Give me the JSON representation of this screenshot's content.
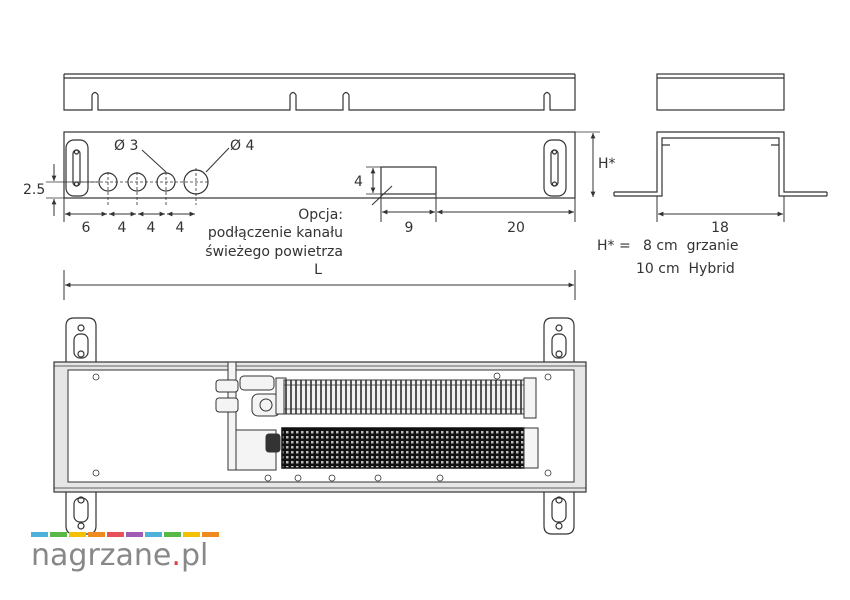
{
  "top_view": {
    "holes": {
      "small": "Ø 3",
      "large": "Ø 4"
    },
    "dims": {
      "height_offset": "2.5",
      "fresh_air_height": "4",
      "edge": "6",
      "spacing_1": "4",
      "spacing_2": "4",
      "spacing_3": "4",
      "duct_width": "9",
      "duct_offset": "20"
    },
    "option_label": "Opcja:",
    "option_text_1": "podłączenie kanału",
    "option_text_2": "świeżego powietrza"
  },
  "side_view": {
    "height_label": "H*",
    "width": "18",
    "legend_key": "H* =",
    "legend_value_1": "8 cm  grzanie",
    "legend_value_2": "10 cm  Hybrid"
  },
  "length_label": "L",
  "logo": {
    "text_before_dot": "nagrzane",
    "dot": ".",
    "text_after_dot": "pl",
    "colors": [
      "#4fb0d9",
      "#58b947",
      "#f2c200",
      "#ef8a1f",
      "#e8505b",
      "#a05cb3",
      "#4fb0d9",
      "#58b947",
      "#f2c200",
      "#ef8a1f"
    ]
  },
  "colors": {
    "line": "#333333",
    "panel": "#e6e6e6",
    "grid": "#222222"
  }
}
